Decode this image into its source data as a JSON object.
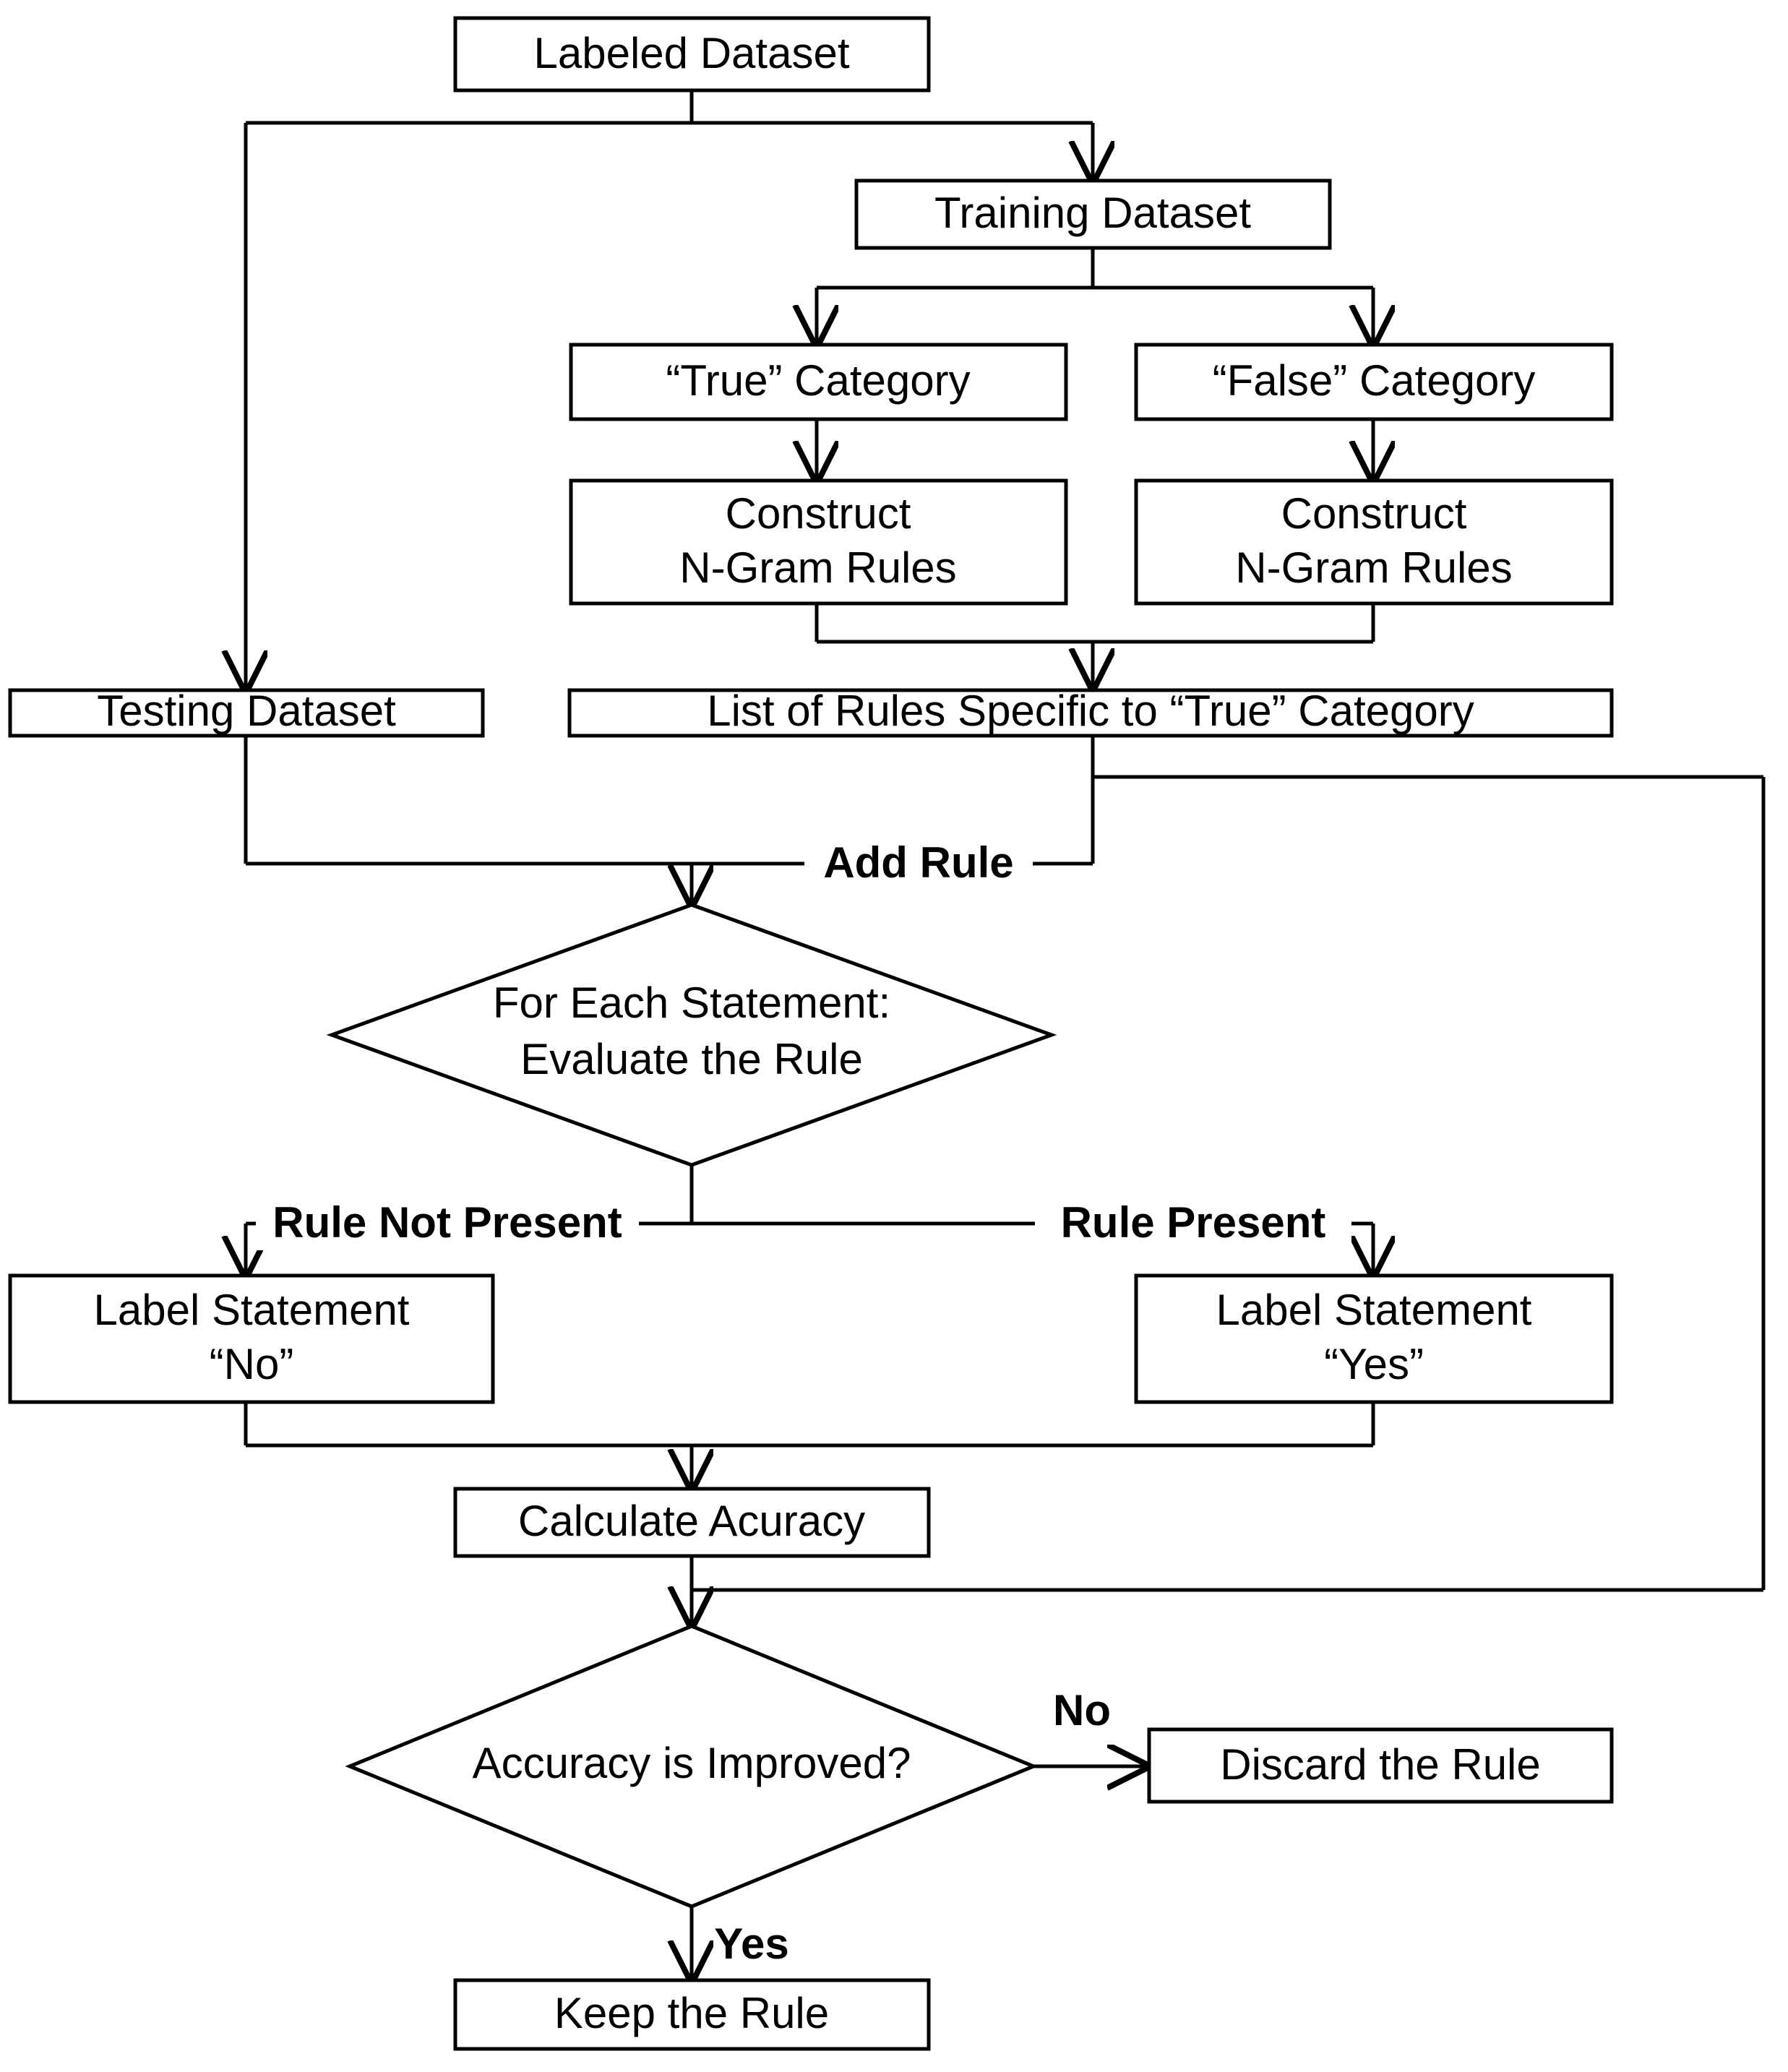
{
  "diagram": {
    "title": "N-Gram Rule Induction and Evaluation Flowchart",
    "colors": {
      "stroke": "#000000",
      "fill": "#ffffff",
      "background": "#ffffff"
    },
    "nodes": {
      "labeled_dataset": {
        "label": "Labeled Dataset",
        "shape": "rect"
      },
      "training_dataset": {
        "label": "Training Dataset",
        "shape": "rect"
      },
      "true_category": {
        "label": "“True” Category",
        "shape": "rect"
      },
      "false_category": {
        "label": "“False” Category",
        "shape": "rect"
      },
      "construct_true": {
        "label_line1": "Construct",
        "label_line2": "N-Gram Rules",
        "shape": "rect"
      },
      "construct_false": {
        "label_line1": "Construct",
        "label_line2": "N-Gram Rules",
        "shape": "rect"
      },
      "testing_dataset": {
        "label": "Testing Dataset",
        "shape": "rect"
      },
      "list_of_rules": {
        "label": "List of Rules Specific to “True” Category",
        "shape": "rect"
      },
      "evaluate_rule": {
        "label_line1": "For Each Statement:",
        "label_line2": "Evaluate the Rule",
        "shape": "diamond"
      },
      "label_no": {
        "label_line1": "Label Statement",
        "label_line2": "“No”",
        "shape": "rect"
      },
      "label_yes": {
        "label_line1": "Label Statement",
        "label_line2": "“Yes”",
        "shape": "rect"
      },
      "calculate_accuracy": {
        "label": "Calculate Acuracy",
        "shape": "rect"
      },
      "accuracy_improved": {
        "label": "Accuracy is Improved?",
        "shape": "diamond"
      },
      "discard_rule": {
        "label": "Discard the Rule",
        "shape": "rect"
      },
      "keep_rule": {
        "label": "Keep the Rule",
        "shape": "rect"
      }
    },
    "edge_labels": {
      "add_rule": "Add Rule",
      "rule_not_present": "Rule Not Present",
      "rule_present": "Rule Present",
      "no": "No",
      "yes": "Yes"
    }
  }
}
